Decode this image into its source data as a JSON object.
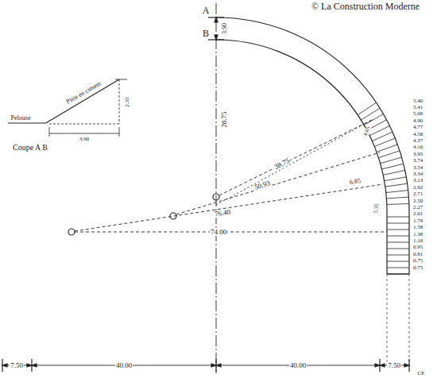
{
  "diagram": {
    "labels": [
      "© La Construction Moderne",
      "A",
      "B",
      "3.90",
      "28.75",
      "38.75",
      "50.93",
      "76.40",
      "74.00",
      "6.85",
      "4.65",
      "3.35",
      "7.50",
      "40.00",
      "40.00",
      "7.50",
      "CE",
      "Pelouse",
      "Piste en ciment",
      "3.90",
      "2.35",
      "Coupe A B",
      "5.40",
      "5.41",
      "5.00",
      "4.90",
      "4.77",
      "4.58",
      "4.37",
      "4.16",
      "3.95",
      "3.74",
      "3.54",
      "3.34",
      "3.13",
      "2.92",
      "2.71",
      "2.50",
      "2.27",
      "2.01",
      "1.79",
      "1.58",
      "1.38",
      "1.16",
      "0.95",
      "0.81",
      "0.75",
      "0.75"
    ]
  }
}
